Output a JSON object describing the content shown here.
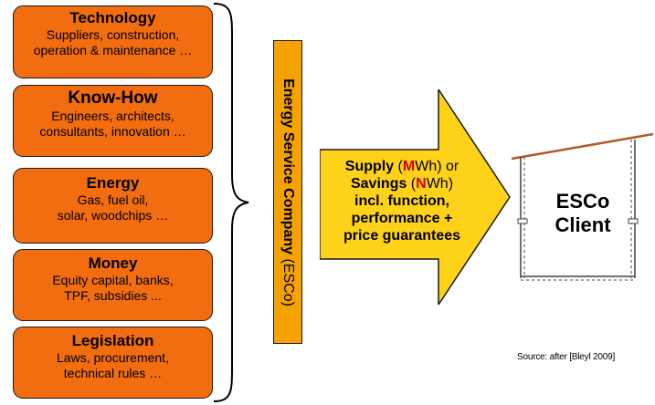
{
  "boxes": [
    {
      "title": "Technology",
      "lines": [
        "Suppliers, construction,",
        "operation & maintenance …"
      ]
    },
    {
      "title": "Know-How",
      "lines": [
        "Engineers, architects,",
        "consultants, innovation …"
      ]
    },
    {
      "title": "Energy",
      "lines": [
        "Gas, fuel oil,",
        "solar, woodchips …"
      ]
    },
    {
      "title": "Money",
      "lines": [
        "Equity capital, banks,",
        "TPF, subsidies ..."
      ]
    },
    {
      "title": "Legislation",
      "lines": [
        "Laws, procurement,",
        "technical rules …"
      ]
    }
  ],
  "esco_bar": {
    "bold": "Energy Service Company",
    "rest": " (ESCo)"
  },
  "arrow": {
    "supply_word": "Supply",
    "paren_open": " (",
    "supply_letter": "M",
    "supply_unit": "Wh) or",
    "savings_word": "Savings",
    "savings_letter": "N",
    "savings_unit": "Wh)",
    "line3": "incl. function,",
    "line4": "performance +",
    "line5": "price guarantees"
  },
  "client": {
    "line1": "ESCo",
    "line2": "Client"
  },
  "source": "Source: after [Bleyl 2009]",
  "colors": {
    "box": "#f26d0f",
    "bar": "#f5a200",
    "arrow": "#ffd21a",
    "roof": "#b8562a",
    "highlight": "#d40000"
  }
}
